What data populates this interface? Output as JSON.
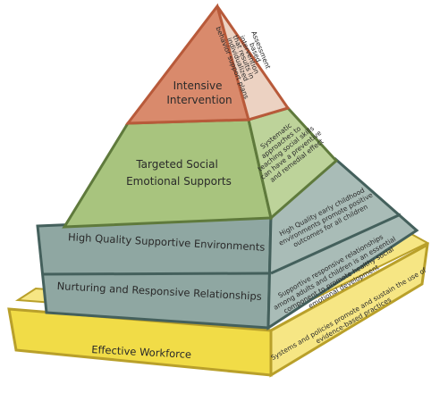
{
  "tiers": {
    "intensive": {
      "label": [
        "Intensive",
        "Intervention"
      ],
      "note": [
        "Assessment",
        "based",
        "intervention",
        "that results in",
        "individualized",
        "behavior support plans"
      ]
    },
    "targeted": {
      "label": [
        "Targeted Social",
        "Emotional Supports"
      ],
      "note": [
        "Systematic",
        "approaches to",
        "teaching social skills",
        "can have a preventive",
        "and remedial effect"
      ]
    },
    "environments": {
      "label": "High Quality Supportive Environments",
      "note": [
        "High Quality early childhood",
        "environments promote positive",
        "outcomes for all children"
      ]
    },
    "relationships": {
      "label": "Nurturing and Responsive Relationships",
      "note": [
        "Supportive responsive relationships",
        "among adults and children is an essential",
        "component to promote healthy social",
        "emotional development"
      ]
    },
    "workforce": {
      "label": "Effective Workforce",
      "note": [
        "Systems and policies promote and sustain the use of",
        "evidence-based practices"
      ]
    }
  },
  "colors": {
    "intensive": "#d98a6c",
    "intensive_side": "#ecd2c2",
    "targeted": "#a8c47e",
    "targeted_side": "#bdd39a",
    "supportive": "#8fa7a2",
    "supportive_side": "#a9bcb7",
    "workforce": "#f1dc47",
    "workforce_side": "#f6e684",
    "outline_red": "#b85a3a",
    "outline_green": "#5f7a3c",
    "outline_teal": "#44605c",
    "outline_yellow": "#b9a02a"
  }
}
